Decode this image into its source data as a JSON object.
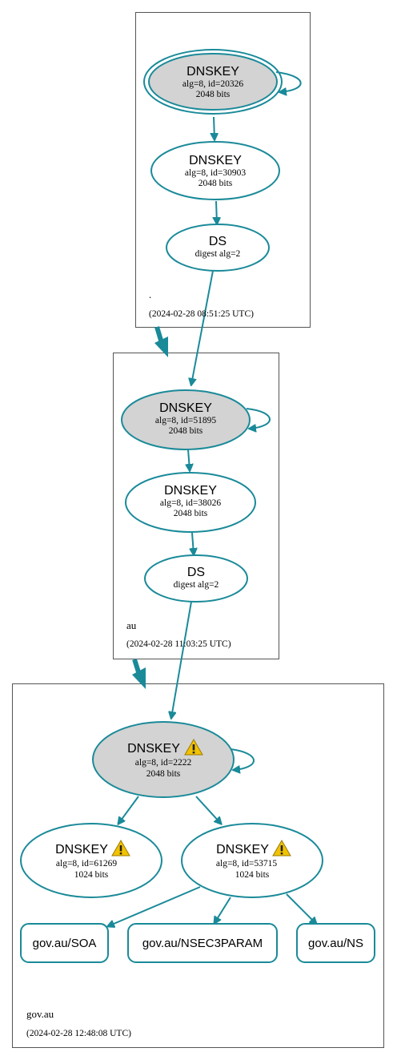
{
  "colors": {
    "edge": "#1a8a99",
    "sep_fill": "#d3d3d3",
    "node_fill": "#ffffff",
    "zone_border": "#555555",
    "warning": "#f2c200"
  },
  "zones": [
    {
      "name": ".",
      "time": "(2024-02-28 08:51:25 UTC)"
    },
    {
      "name": "au",
      "time": "(2024-02-28 11:03:25 UTC)"
    },
    {
      "name": "gov.au",
      "time": "(2024-02-28 12:48:08 UTC)"
    }
  ],
  "nodes": {
    "root_ksk": {
      "title": "DNSKEY",
      "line1": "alg=8, id=20326",
      "line2": "2048 bits"
    },
    "root_zsk": {
      "title": "DNSKEY",
      "line1": "alg=8, id=30903",
      "line2": "2048 bits"
    },
    "root_ds": {
      "title": "DS",
      "line1": "digest alg=2"
    },
    "au_ksk": {
      "title": "DNSKEY",
      "line1": "alg=8, id=51895",
      "line2": "2048 bits"
    },
    "au_zsk": {
      "title": "DNSKEY",
      "line1": "alg=8, id=38026",
      "line2": "2048 bits"
    },
    "au_ds": {
      "title": "DS",
      "line1": "digest alg=2"
    },
    "gov_ksk": {
      "title": "DNSKEY",
      "line1": "alg=8, id=2222",
      "line2": "2048 bits",
      "warning_icon": "warning-triangle"
    },
    "gov_zsk1": {
      "title": "DNSKEY",
      "line1": "alg=8, id=61269",
      "line2": "1024 bits",
      "warning_icon": "warning-triangle"
    },
    "gov_zsk2": {
      "title": "DNSKEY",
      "line1": "alg=8, id=53715",
      "line2": "1024 bits",
      "warning_icon": "warning-triangle"
    }
  },
  "records": [
    {
      "label": "gov.au/SOA"
    },
    {
      "label": "gov.au/NSEC3PARAM"
    },
    {
      "label": "gov.au/NS"
    }
  ]
}
